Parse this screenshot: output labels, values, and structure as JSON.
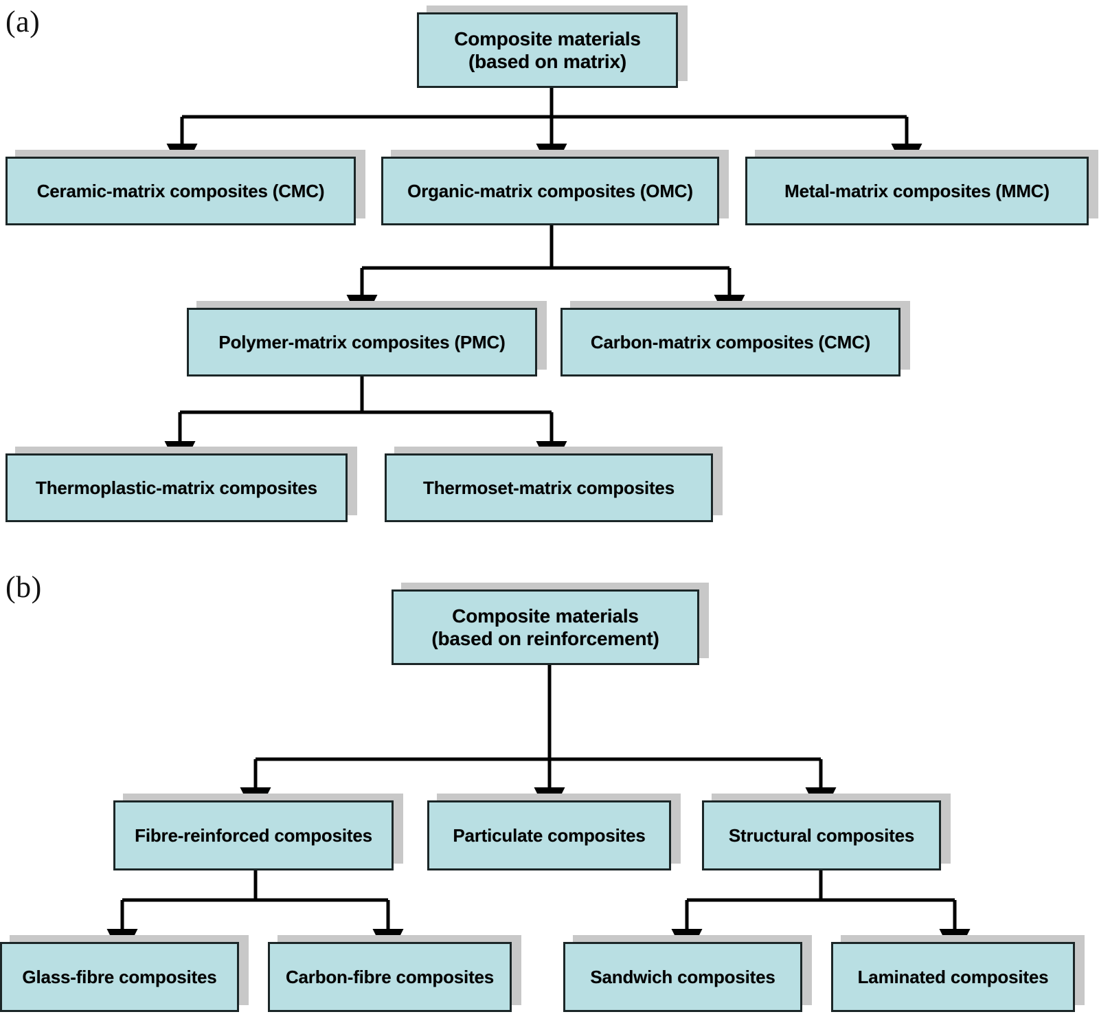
{
  "figure": {
    "panels": [
      {
        "id": "a",
        "label": "(a)",
        "root": {
          "name": "composite-materials-matrix",
          "text": "Composite materials\n(based on matrix)"
        },
        "level2": [
          {
            "name": "ceramic-matrix-composites",
            "text": "Ceramic-matrix composites (CMC)"
          },
          {
            "name": "organic-matrix-composites",
            "text": "Organic-matrix composites (OMC)"
          },
          {
            "name": "metal-matrix-composites",
            "text": "Metal-matrix composites (MMC)"
          }
        ],
        "level3": [
          {
            "name": "polymer-matrix-composites",
            "text": "Polymer-matrix composites (PMC)"
          },
          {
            "name": "carbon-matrix-composites",
            "text": "Carbon-matrix composites (CMC)"
          }
        ],
        "level4": [
          {
            "name": "thermoplastic-matrix-composites",
            "text": "Thermoplastic-matrix composites"
          },
          {
            "name": "thermoset-matrix-composites",
            "text": "Thermoset-matrix composites"
          }
        ]
      },
      {
        "id": "b",
        "label": "(b)",
        "root": {
          "name": "composite-materials-reinforcement",
          "text": "Composite materials\n(based on reinforcement)"
        },
        "level2": [
          {
            "name": "fibre-reinforced-composites",
            "text": "Fibre-reinforced composites"
          },
          {
            "name": "particulate-composites",
            "text": "Particulate composites"
          },
          {
            "name": "structural-composites",
            "text": "Structural composites"
          }
        ],
        "level3": [
          {
            "name": "glass-fibre-composites",
            "text": "Glass-fibre composites"
          },
          {
            "name": "carbon-fibre-composites",
            "text": "Carbon-fibre composites"
          },
          {
            "name": "sandwich-composites",
            "text": "Sandwich composites"
          },
          {
            "name": "laminated-composites",
            "text": "Laminated composites"
          }
        ]
      }
    ],
    "colors": {
      "box_fill": "#b9dfe3",
      "box_border": "#1b2627",
      "box_shadow": "#c8c8c8",
      "connector": "#000000",
      "background": "#ffffff",
      "text": "#000000"
    }
  }
}
